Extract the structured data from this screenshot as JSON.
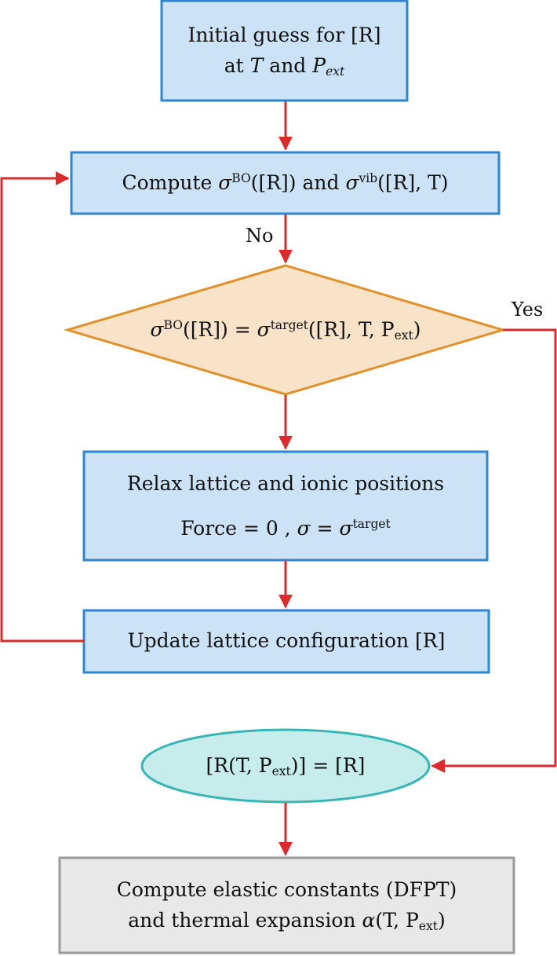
{
  "nodes": {
    "initial_guess": {
      "line1": "Initial guess for [R]",
      "line2_prefix": "at ",
      "line2_T": "T",
      "line2_mid": " and ",
      "line2_P": "P",
      "line2_sub": "ext"
    },
    "compute_sigma": {
      "pre": "Compute ",
      "sigma1": "σ",
      "sup1": "BO",
      "arg1": "([R])",
      "mid": " and ",
      "sigma2": "σ",
      "sup2": "vib",
      "arg2": "([R], T)"
    },
    "decision": {
      "sigma1": "σ",
      "sup1": "BO",
      "arg1": "([R]) = ",
      "sigma2": "σ",
      "sup2": "target",
      "arg2": "([R], T, P",
      "sub": "ext",
      "close": ")"
    },
    "relax": {
      "line1": "Relax lattice and ionic positions",
      "line2_pre": "Force = 0 ,  ",
      "sigma1": "σ",
      "eq": " = ",
      "sigma2": "σ",
      "sup": "target"
    },
    "update": {
      "label": "Update lattice configuration [R]"
    },
    "result": {
      "pre": "[R(T, P",
      "sub": "ext",
      "post": ")] = [R]"
    },
    "final": {
      "line1": "Compute elastic constants (DFPT)",
      "line2_pre": "and thermal expansion ",
      "alpha": "α",
      "arg": "(T, P",
      "sub": "ext",
      "close": ")"
    }
  },
  "edge_labels": {
    "no": "No",
    "yes": "Yes"
  },
  "colors": {
    "box_fill": "#cce2f7",
    "box_stroke": "#2f86cf",
    "diamond_fill": "#f8e2c8",
    "diamond_stroke": "#e0912b",
    "ellipse_fill": "#c7ecec",
    "ellipse_stroke": "#39b5b5",
    "final_fill": "#e8e8e8",
    "final_stroke": "#9a9a9a",
    "arrow": "#d92b2b"
  }
}
